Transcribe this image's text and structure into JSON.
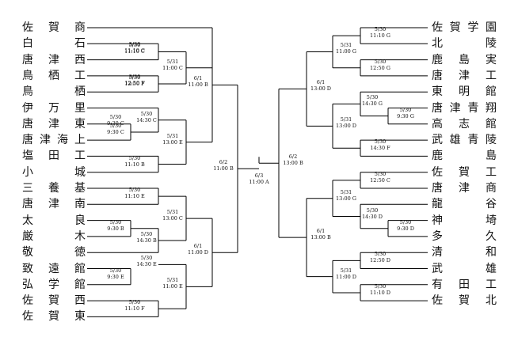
{
  "left_teams": [
    "佐賀商",
    "白石",
    "唐津西",
    "鳥栖工",
    "鳥栖",
    "伊万里",
    "唐津東",
    "唐津海上",
    "塩田工",
    "小城",
    "三養基",
    "唐津南",
    "太良",
    "厳木",
    "敬徳",
    "致遠館",
    "弘学館",
    "佐賀西",
    "佐賀東"
  ],
  "right_teams": [
    "佐賀学園",
    "北陵",
    "鹿島実",
    "唐津工",
    "東明館",
    "唐津青翔",
    "高志館",
    "武雄青陵",
    "鹿島",
    "佐賀工",
    "唐津商",
    "龍谷",
    "神埼",
    "多久",
    "清和",
    "武雄",
    "有田工",
    "佐賀北"
  ],
  "left_matches": [
    {
      "date": "5/30",
      "time": "11:10 C"
    },
    {
      "date": "5/30",
      "time": "12:50 F"
    },
    {
      "date": "5/30",
      "time": "9:30 C"
    },
    {
      "date": "5/30",
      "time": "14:30 C"
    },
    {
      "date": "5/30",
      "time": "11:10 B"
    },
    {
      "date": "5/30",
      "time": "11:10 E"
    },
    {
      "date": "5/30",
      "time": "9:30 B"
    },
    {
      "date": "5/30",
      "time": "14:30 B"
    },
    {
      "date": "5/30",
      "time": "9:30 E"
    },
    {
      "date": "5/30",
      "time": "14:30 E"
    },
    {
      "date": "5/30",
      "time": "11:10 F"
    },
    {
      "date": "5/31",
      "time": "11:00 C"
    },
    {
      "date": "5/31",
      "time": "13:00 E"
    },
    {
      "date": "5/31",
      "time": "13:00 C"
    },
    {
      "date": "5/31",
      "time": "11:00 E"
    },
    {
      "date": "6/1",
      "time": "11:00 B"
    },
    {
      "date": "6/1",
      "time": "11:00 D"
    },
    {
      "date": "6/2",
      "time": "11:00 B"
    }
  ],
  "right_matches": [
    {
      "date": "5/30",
      "time": "11:10 G"
    },
    {
      "date": "5/30",
      "time": "12:50 G"
    },
    {
      "date": "5/30",
      "time": "14:30 G"
    },
    {
      "date": "5/30",
      "time": "9:30 G"
    },
    {
      "date": "5/30",
      "time": "14:30 F"
    },
    {
      "date": "5/30",
      "time": "12:50 C"
    },
    {
      "date": "5/30",
      "time": "9:30 D"
    },
    {
      "date": "5/30",
      "time": "14:30 D"
    },
    {
      "date": "5/30",
      "time": "12:50 D"
    },
    {
      "date": "5/30",
      "time": "11:10 D"
    },
    {
      "date": "5/31",
      "time": "11:00 G"
    },
    {
      "date": "5/31",
      "time": "13:00 D"
    },
    {
      "date": "5/31",
      "time": "13:00 G"
    },
    {
      "date": "5/31",
      "time": "11:00 D"
    },
    {
      "date": "6/1",
      "time": "13:00 D"
    },
    {
      "date": "6/1",
      "time": "13:00 B"
    },
    {
      "date": "6/2",
      "time": "13:00 B"
    }
  ],
  "final": {
    "date": "6/3",
    "time": "11:00 A"
  }
}
